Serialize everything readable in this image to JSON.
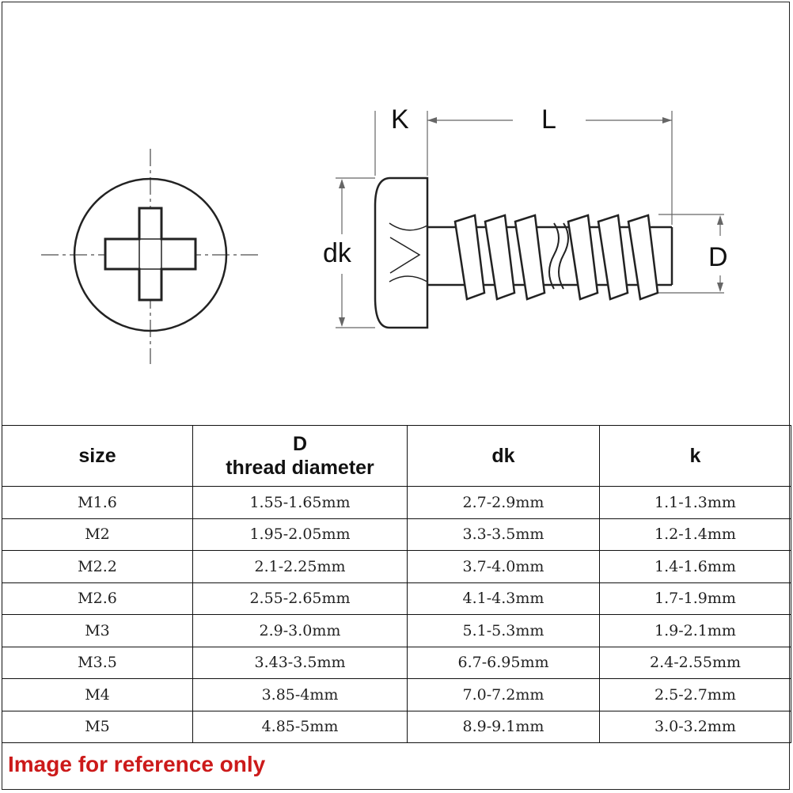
{
  "dimensions": {
    "K": "K",
    "L": "L",
    "dk": "dk",
    "D": "D"
  },
  "table": {
    "headers": [
      {
        "line1": "size",
        "line2": ""
      },
      {
        "line1": "D",
        "line2": "thread diameter"
      },
      {
        "line1": "dk",
        "line2": ""
      },
      {
        "line1": "k",
        "line2": ""
      }
    ],
    "rows": [
      [
        "M1.6",
        "1.55-1.65mm",
        "2.7-2.9mm",
        "1.1-1.3mm"
      ],
      [
        "M2",
        "1.95-2.05mm",
        "3.3-3.5mm",
        "1.2-1.4mm"
      ],
      [
        "M2.2",
        "2.1-2.25mm",
        "3.7-4.0mm",
        "1.4-1.6mm"
      ],
      [
        "M2.6",
        "2.55-2.65mm",
        "4.1-4.3mm",
        "1.7-1.9mm"
      ],
      [
        "M3",
        "2.9-3.0mm",
        "5.1-5.3mm",
        "1.9-2.1mm"
      ],
      [
        "M3.5",
        "3.43-3.5mm",
        "6.7-6.95mm",
        "2.4-2.55mm"
      ],
      [
        "M4",
        "3.85-4mm",
        "7.0-7.2mm",
        "2.5-2.7mm"
      ],
      [
        "M5",
        "4.85-5mm",
        "8.9-9.1mm",
        "3.0-3.2mm"
      ]
    ]
  },
  "note": "Image for reference only",
  "colors": {
    "line": "#222222",
    "note": "#cc1a1a"
  }
}
